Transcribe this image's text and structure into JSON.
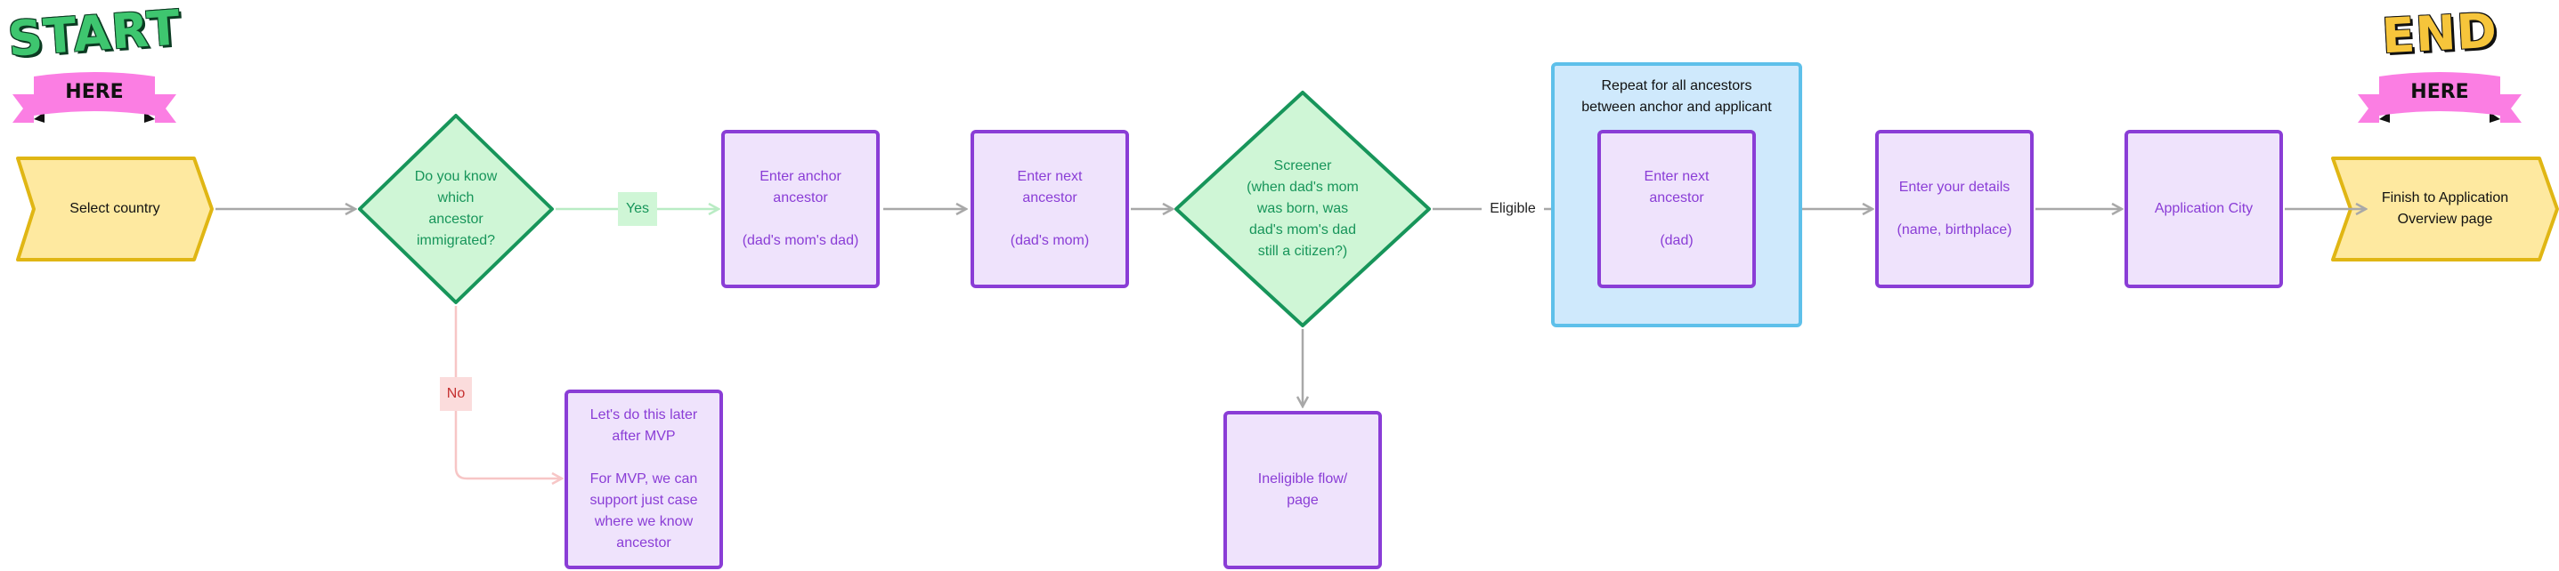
{
  "stickers": {
    "start_top": "START",
    "start_bottom": "HERE",
    "end_top": "END",
    "end_bottom": "HERE"
  },
  "nodes": {
    "select_country": "Select country",
    "decision_ancestor": "Do you know\nwhich\nancestor\nimmigrated?",
    "enter_anchor": "Enter anchor\nancestor\n\n(dad's mom's dad)",
    "enter_next_mom": "Enter next\nancestor\n\n(dad's mom)",
    "screener": "Screener\n(when dad's mom\nwas born, was\ndad's mom's dad\nstill a citizen?)",
    "later": "Let's do this later\nafter MVP\n\nFor MVP, we can\nsupport just case\nwhere we know\nancestor",
    "ineligible": "Ineligible flow/\npage",
    "repeat_group": "Repeat for all ancestors\nbetween anchor and applicant",
    "enter_next_dad": "Enter next\nancestor\n\n(dad)",
    "your_details": "Enter your details\n\n(name, birthplace)",
    "application_city": "Application City",
    "finish": "Finish to Application\nOverview page"
  },
  "edges": {
    "yes": "Yes",
    "no": "No",
    "eligible": "Eligible"
  },
  "colors": {
    "yellow_fill": "#fee9a0",
    "yellow_stroke": "#e0b614",
    "green_fill": "#cff6d6",
    "green_stroke": "#17955a",
    "purple_fill": "#efe3fc",
    "purple_stroke": "#8a3dd6",
    "blue_fill": "#cfe9fc",
    "blue_stroke": "#5ec0ea",
    "connector": "#a8a8a8",
    "pink_banner": "#fb7ee3",
    "start_green": "#3ec66f",
    "end_yellow": "#f6c53b"
  }
}
